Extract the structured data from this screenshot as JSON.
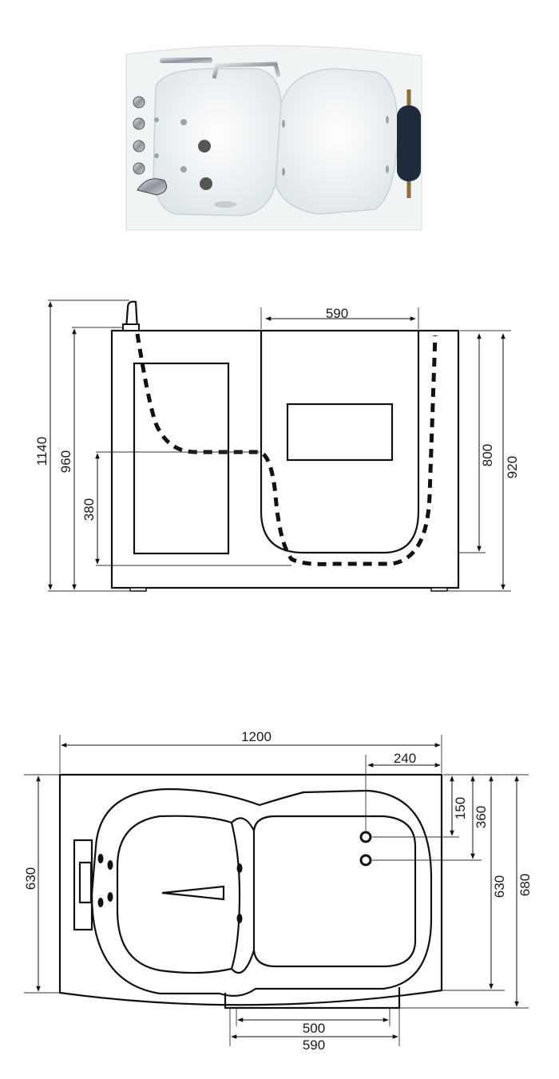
{
  "product_photo": {
    "description_icon": "walk-in-bathtub-photo"
  },
  "side_view": {
    "dims": {
      "overall_height": "1140",
      "rim_height": "960",
      "seat_height": "380",
      "door_width": "590",
      "inner_height": "800",
      "body_height": "920"
    }
  },
  "top_view": {
    "dims": {
      "length": "1200",
      "drain_offset": "240",
      "width_left": "630",
      "hole1_offset": "150",
      "hole2_offset": "360",
      "width_right": "630",
      "overall_width": "680",
      "door_inner": "500",
      "door_outer": "590"
    }
  },
  "colors": {
    "line": "#111111",
    "tub_white": "#f4f6f7",
    "pillow": "#1f2a3a",
    "chrome": "#9aa0a6"
  }
}
